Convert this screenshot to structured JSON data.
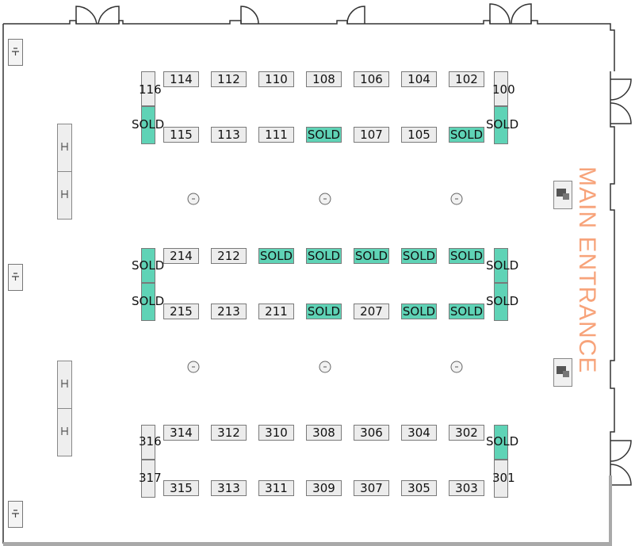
{
  "colors": {
    "sold": "#5fd3b6",
    "available": "#ececec",
    "entrance": "#f7a37a",
    "wall": "#333333"
  },
  "entrance_label": "MAIN ENTRANCE",
  "rows": [
    {
      "id": "top-upper",
      "labels": [
        "114",
        "112",
        "110",
        "108",
        "106",
        "104",
        "102"
      ]
    },
    {
      "id": "top-lower",
      "labels": [
        "115",
        "113",
        "111",
        "SOLD",
        "107",
        "105",
        "SOLD"
      ]
    },
    {
      "id": "mid-upper",
      "labels": [
        "214",
        "212",
        "SOLD",
        "SOLD",
        "SOLD",
        "SOLD",
        "SOLD"
      ]
    },
    {
      "id": "mid-lower",
      "labels": [
        "215",
        "213",
        "211",
        "SOLD",
        "207",
        "SOLD",
        "SOLD"
      ]
    },
    {
      "id": "bot-upper",
      "labels": [
        "314",
        "312",
        "310",
        "308",
        "306",
        "304",
        "302"
      ]
    },
    {
      "id": "bot-lower",
      "labels": [
        "315",
        "313",
        "311",
        "309",
        "307",
        "305",
        "303"
      ]
    }
  ],
  "end_booths": [
    {
      "id": "116",
      "label": "116",
      "sold": false
    },
    {
      "id": "116b",
      "label": "SOLD",
      "sold": true
    },
    {
      "id": "100",
      "label": "100",
      "sold": false
    },
    {
      "id": "100b",
      "label": "SOLD",
      "sold": true
    },
    {
      "id": "216",
      "label": "SOLD",
      "sold": true
    },
    {
      "id": "217",
      "label": "SOLD",
      "sold": true
    },
    {
      "id": "200",
      "label": "SOLD",
      "sold": true
    },
    {
      "id": "201",
      "label": "SOLD",
      "sold": true
    },
    {
      "id": "316",
      "label": "316",
      "sold": false
    },
    {
      "id": "317",
      "label": "317",
      "sold": false
    },
    {
      "id": "300",
      "label": "SOLD",
      "sold": true
    },
    {
      "id": "301",
      "label": "301",
      "sold": false
    }
  ],
  "icons": {
    "fire_extinguisher": "fire-extinguisher-icon",
    "restroom": "restroom-icon",
    "column": "column-icon",
    "door": "door-icon",
    "registration": "registration-desk-icon"
  }
}
